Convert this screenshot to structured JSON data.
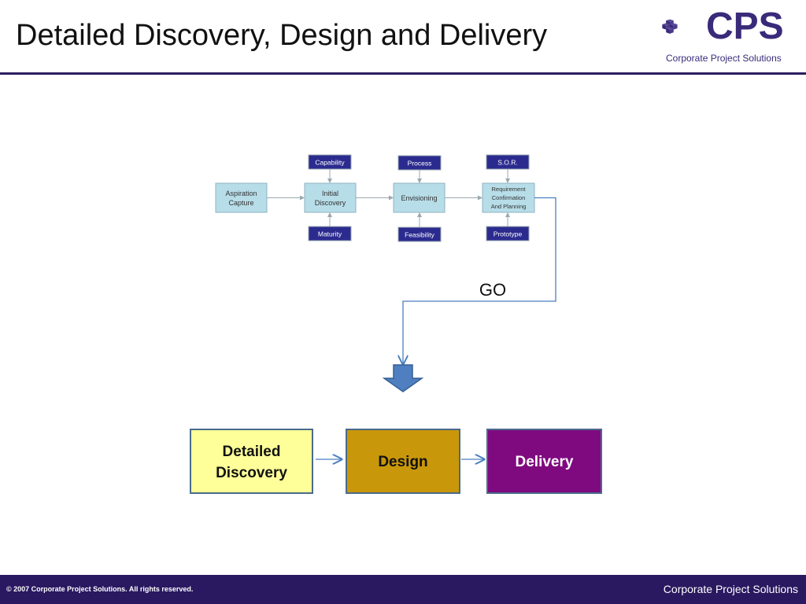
{
  "slide": {
    "title": "Detailed Discovery, Design and Delivery"
  },
  "logo": {
    "mark": "CPS",
    "tagline": "Corporate Project Solutions",
    "brand_color": "#3a2a7a"
  },
  "process": {
    "stages": [
      {
        "line1": "Aspiration",
        "line2": "Capture",
        "line3": ""
      },
      {
        "line1": "Initial",
        "line2": "Discovery",
        "line3": ""
      },
      {
        "line1": "Envisioning",
        "line2": "",
        "line3": ""
      },
      {
        "line1": "Requirement",
        "line2": "Confirmation",
        "line3": "And Planning"
      }
    ],
    "inputs_top": [
      "Capability",
      "Process",
      "S.O.R."
    ],
    "inputs_bottom": [
      "Maturity",
      "Feasibility",
      "Prototype"
    ],
    "stage_fill": "#b7dde8",
    "input_fill": "#2b2b8f"
  },
  "go_label": "GO",
  "delivery_flow": [
    {
      "line1": "Detailed",
      "line2": "Discovery",
      "fill": "#ffff99",
      "text_color": "#111111"
    },
    {
      "line1": "Design",
      "line2": "",
      "fill": "#c9970a",
      "text_color": "#111111"
    },
    {
      "line1": "Delivery",
      "line2": "",
      "fill": "#7f0a80",
      "text_color": "#ffffff"
    }
  ],
  "footer": {
    "copyright": "© 2007 Corporate Project Solutions. All rights reserved.",
    "company": "Corporate Project Solutions"
  }
}
